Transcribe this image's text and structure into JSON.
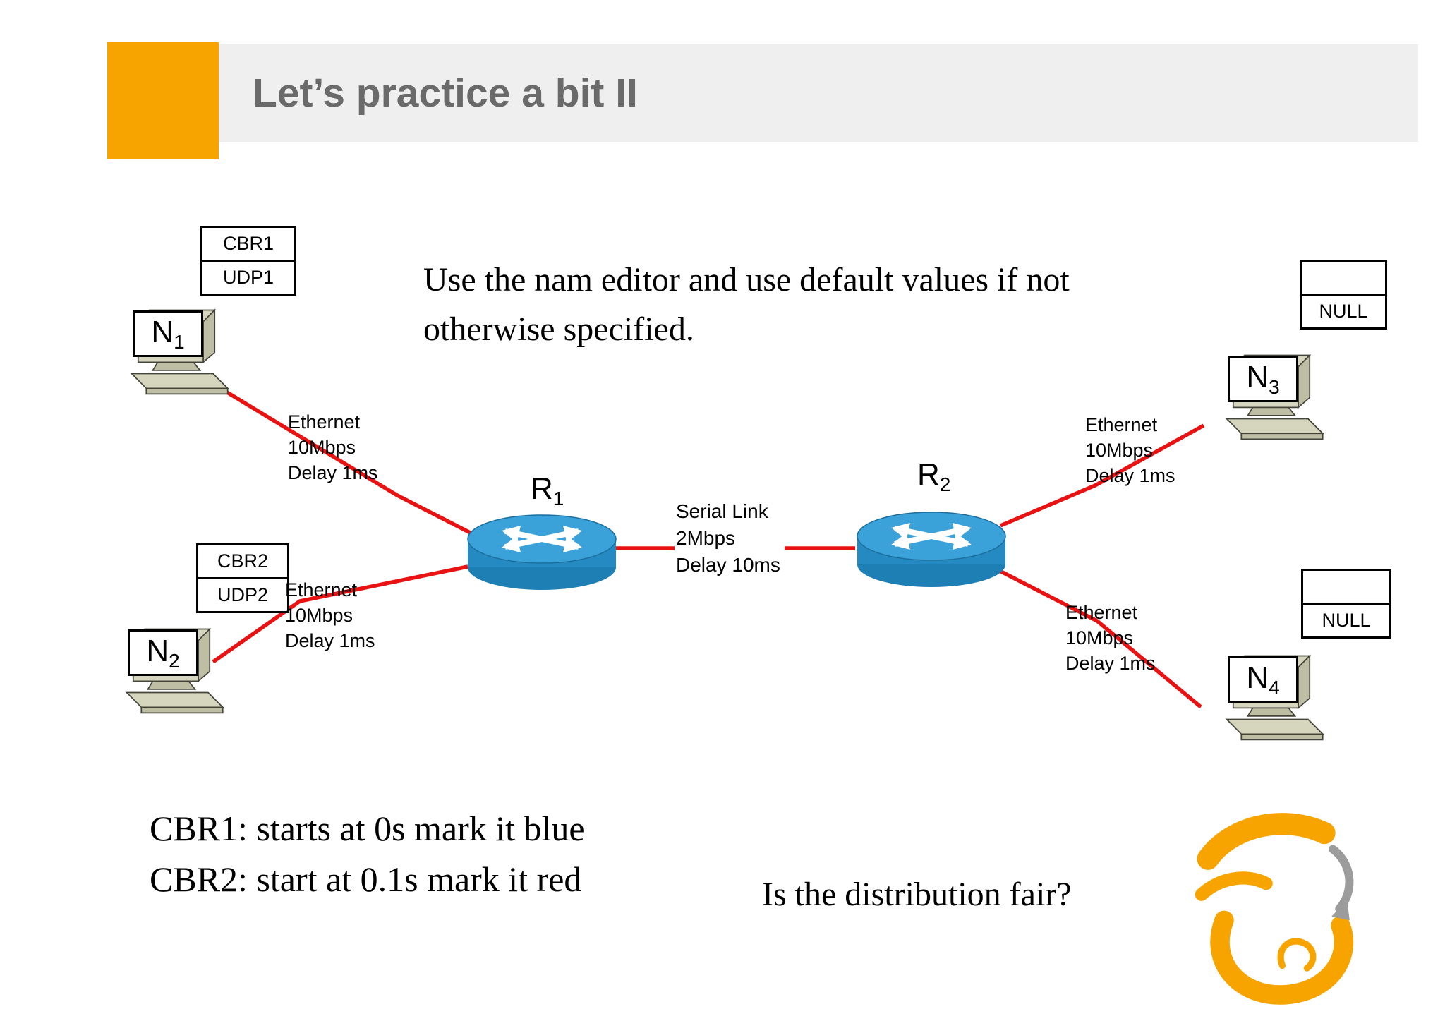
{
  "header": {
    "title": "Let’s practice a bit II"
  },
  "instruction": "Use the nam editor and use default values if not otherwise specified.",
  "agents": {
    "cbr1": {
      "top": "CBR1",
      "bottom": "UDP1"
    },
    "cbr2": {
      "top": "CBR2",
      "bottom": "UDP2"
    },
    "null3": {
      "top": "",
      "bottom": "NULL"
    },
    "null4": {
      "top": "",
      "bottom": "NULL"
    }
  },
  "nodes": {
    "n1": {
      "base": "N",
      "sub": "1"
    },
    "n2": {
      "base": "N",
      "sub": "2"
    },
    "n3": {
      "base": "N",
      "sub": "3"
    },
    "n4": {
      "base": "N",
      "sub": "4"
    }
  },
  "routers": {
    "r1": {
      "base": "R",
      "sub": "1"
    },
    "r2": {
      "base": "R",
      "sub": "2"
    }
  },
  "links": {
    "ethernet": "Ethernet\n10Mbps\nDelay 1ms",
    "serial": "Serial Link\n2Mbps\nDelay 10ms"
  },
  "notes": {
    "cbr1": "CBR1: starts at 0s mark it blue",
    "cbr2": "CBR2: start at 0.1s mark it red",
    "question": "Is the distribution fair?"
  },
  "colors": {
    "accent_orange": "#F7A400",
    "header_gray": "#EFEFEF",
    "title_gray": "#6A6A6A",
    "link_red": "#E81212",
    "router_blue": "#2589C2",
    "router_blue_light": "#3BA1D9",
    "router_blue_dark": "#1E7FB4",
    "computer_beige": "#D6D6BF",
    "computer_beige_dark": "#BEBEA4",
    "logo_gray": "#9C9C9C"
  }
}
